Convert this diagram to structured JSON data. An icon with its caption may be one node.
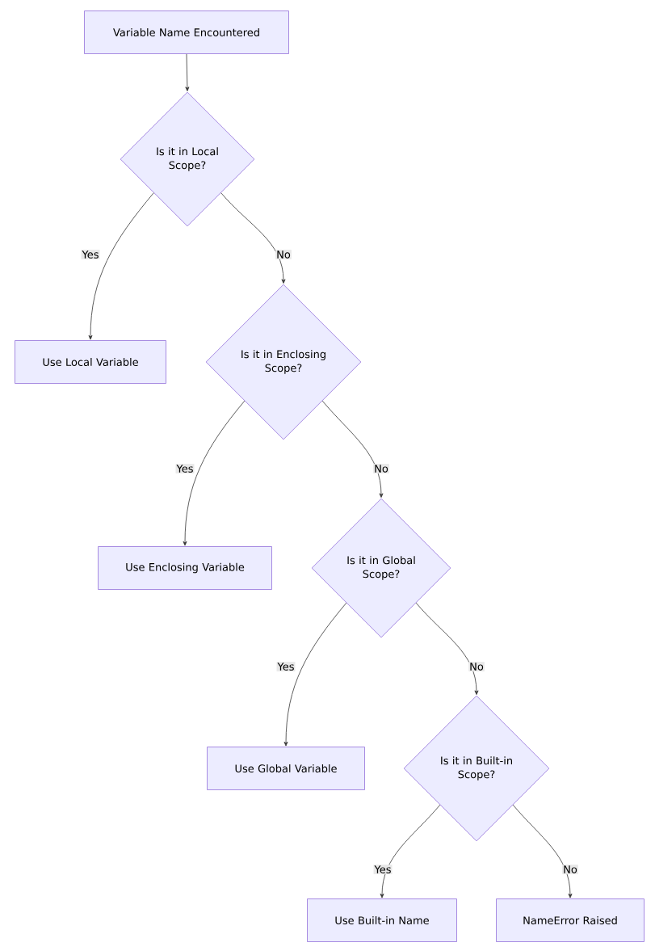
{
  "diagram": {
    "nodes": [
      {
        "text": [
          "Variable Name Encountered"
        ]
      },
      {
        "text": [
          "Is it in Local Scope?"
        ]
      },
      {
        "text": [
          "Use Local Variable"
        ]
      },
      {
        "text": [
          "Is it in Enclosing Scope?"
        ]
      },
      {
        "text": [
          "Use Enclosing Variable"
        ]
      },
      {
        "text": [
          "Is it in Global Scope?"
        ]
      },
      {
        "text": [
          "Use Global Variable"
        ]
      },
      {
        "text": [
          "Is it in Built-in Scope?"
        ]
      },
      {
        "text": [
          "Use Built-in Name"
        ]
      },
      {
        "text": [
          "NameError Raised"
        ]
      }
    ],
    "edges": [
      {
        "from": 0,
        "to": 1,
        "arrow": "to"
      },
      {
        "from": 1,
        "to": 2,
        "arrow": "to",
        "label": "Yes"
      },
      {
        "from": 1,
        "to": 3,
        "arrow": "to",
        "label": "No"
      },
      {
        "from": 3,
        "to": 4,
        "arrow": "to",
        "label": "Yes"
      },
      {
        "from": 3,
        "to": 5,
        "arrow": "to",
        "label": "No"
      },
      {
        "from": 5,
        "to": 6,
        "arrow": "to",
        "label": "Yes"
      },
      {
        "from": 5,
        "to": 7,
        "arrow": "to",
        "label": "No"
      },
      {
        "from": 7,
        "to": 8,
        "arrow": "to",
        "label": "Yes"
      },
      {
        "from": 7,
        "to": 9,
        "arrow": "to",
        "label": "No"
      }
    ]
  }
}
